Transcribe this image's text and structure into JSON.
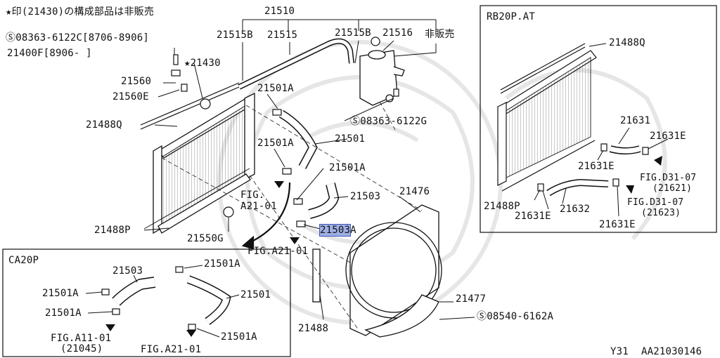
{
  "header_note": "★印(21430)の構成部品は非販売",
  "highlight_color": "#9fb0e6",
  "main": {
    "p21510": "21510",
    "p21515B_left": "21515B",
    "p21515": "21515",
    "p21515B_right": "21515B",
    "p21516": "21516",
    "not_for_sale": "非販売",
    "bolt_left": "Ⓢ08363-6122C[8706-8906]",
    "p21400F": "21400F[8906- ]",
    "p21430": "★21430",
    "p21560": "21560",
    "p21560E": "21560E",
    "p21488Q": "21488Q",
    "p21501A_top": "21501A",
    "bolt_tank": "Ⓢ08363-6122G",
    "p21501A_mid": "21501A",
    "p21501": "21501",
    "p21501A_right": "21501A",
    "fig_a21_01_upper": "FIG.",
    "fig_a21_01_upper2": "A21-01",
    "p21503": "21503",
    "p21476": "21476",
    "p21503A_highlight": "21503",
    "p21503A_suffix": "A",
    "p21488P": "21488P",
    "p21550G": "21550G",
    "fig_a21_01_lower": "FIG.A21-01",
    "p21477": "21477",
    "p21488": "21488",
    "bolt_fan": "Ⓢ08540-6162A"
  },
  "ca20p": {
    "title": "CA20P",
    "p21503": "21503",
    "p21501A_1": "21501A",
    "p21501A_2": "21501A",
    "p21501A_3": "21501A",
    "p21501A_4": "21501A",
    "p21501": "21501",
    "fig_a11": "FIG.A11-01",
    "fig_a11_sub": "(21045)",
    "fig_a21": "FIG.A21-01"
  },
  "rb20p": {
    "title": "RB20P.AT",
    "p21488Q": "21488Q",
    "p21631": "21631",
    "p21631E_1": "21631E",
    "p21631E_2": "21631E",
    "p21631E_3": "21631E",
    "p21631E_4": "21631E",
    "p21632": "21632",
    "p21488P": "21488P",
    "fig_d31_a": "FIG.D31-07",
    "fig_d31_a_sub": "(21621)",
    "fig_d31_b": "FIG.D31-07",
    "fig_d31_b_sub": "(21623)"
  },
  "footer": {
    "model": "Y31",
    "code": "AA21030146"
  }
}
